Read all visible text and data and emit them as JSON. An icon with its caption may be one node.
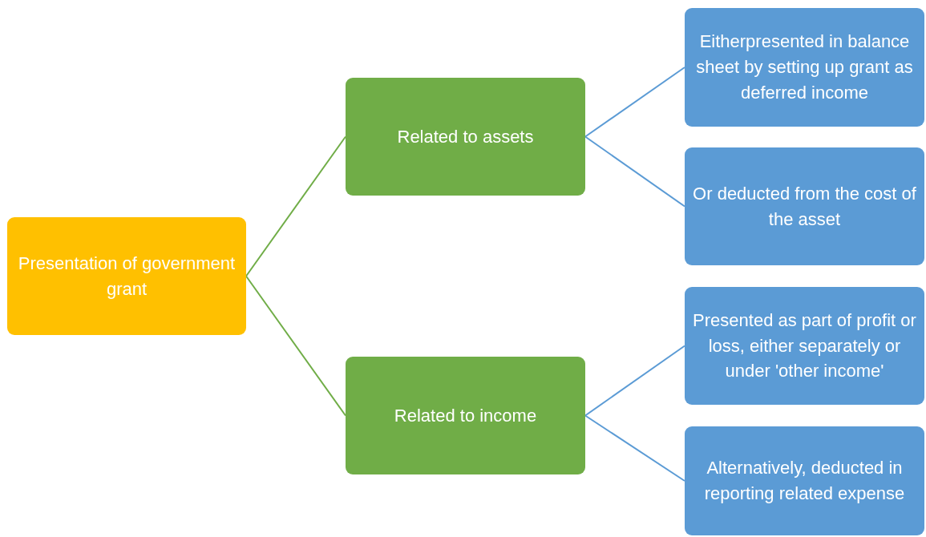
{
  "diagram": {
    "nodes": [
      {
        "text": [
          "Presentation of government grant"
        ]
      },
      {
        "text": [
          "Related to assets"
        ]
      },
      {
        "text": [
          "Related to income"
        ]
      },
      {
        "text": [
          "Eitherpresented in balance sheet by setting up grant as deferred income"
        ]
      },
      {
        "text": [
          "Or deducted from the cost of the asset"
        ]
      },
      {
        "text": [
          "Presented as part of profit or loss, either separately or under 'other income'"
        ]
      },
      {
        "text": [
          "Alternatively, deducted in reporting related expense"
        ]
      }
    ],
    "edges": [
      {
        "from": 0,
        "to": 1,
        "arrow": "none",
        "color": "#70ad47"
      },
      {
        "from": 0,
        "to": 2,
        "arrow": "none",
        "color": "#70ad47"
      },
      {
        "from": 1,
        "to": 3,
        "arrow": "none"
      },
      {
        "from": 1,
        "to": 4,
        "arrow": "none"
      },
      {
        "from": 2,
        "to": 5,
        "arrow": "none"
      },
      {
        "from": 2,
        "to": 6,
        "arrow": "none"
      }
    ]
  }
}
